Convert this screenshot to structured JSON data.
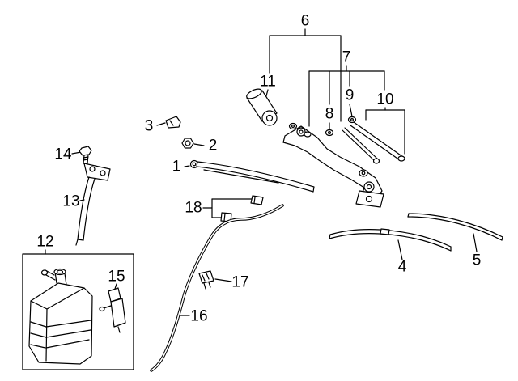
{
  "figure": {
    "type": "exploded-parts-diagram",
    "subject": "windshield wiper and washer system"
  },
  "colors": {
    "line": "#000000",
    "background": "#ffffff"
  },
  "callouts": [
    {
      "label": "1"
    },
    {
      "label": "2"
    },
    {
      "label": "3"
    },
    {
      "label": "4"
    },
    {
      "label": "5"
    },
    {
      "label": "6"
    },
    {
      "label": "7"
    },
    {
      "label": "8"
    },
    {
      "label": "9"
    },
    {
      "label": "10"
    },
    {
      "label": "11"
    },
    {
      "label": "12"
    },
    {
      "label": "13"
    },
    {
      "label": "14"
    },
    {
      "label": "15"
    },
    {
      "label": "16"
    },
    {
      "label": "17"
    },
    {
      "label": "18"
    }
  ]
}
